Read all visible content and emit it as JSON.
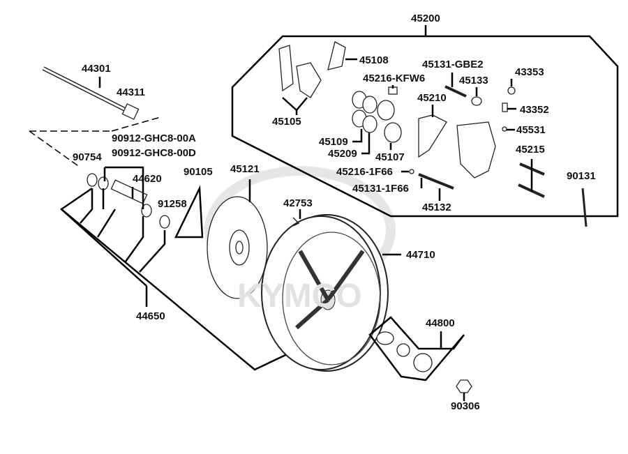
{
  "diagram": {
    "watermark": "KYMCO",
    "colors": {
      "line": "#000000",
      "watermark": "#e6e6e6"
    },
    "labels": {
      "p45200": "45200",
      "p45108": "45108",
      "p45216_kfw6": "45216-KFW6",
      "p45131_gbe2": "45131-GBE2",
      "p45133": "45133",
      "p43353": "43353",
      "p45105": "45105",
      "p45210": "45210",
      "p43352": "43352",
      "p45109": "45109",
      "p45209": "45209",
      "p45107": "45107",
      "p45531": "45531",
      "p45215": "45215",
      "p45216_1f66": "45216-1F66",
      "p45131_1f66": "45131-1F66",
      "p45132": "45132",
      "p90131": "90131",
      "p44301": "44301",
      "p44311": "44311",
      "p90912_00a": "90912-GHC8-00A",
      "p90912_00d": "90912-GHC8-00D",
      "p90754": "90754",
      "p44620": "44620",
      "p90105": "90105",
      "p45121": "45121",
      "p42753": "42753",
      "p91258": "91258",
      "p44710": "44710",
      "p44650": "44650",
      "p44800": "44800",
      "p90306": "90306"
    }
  }
}
